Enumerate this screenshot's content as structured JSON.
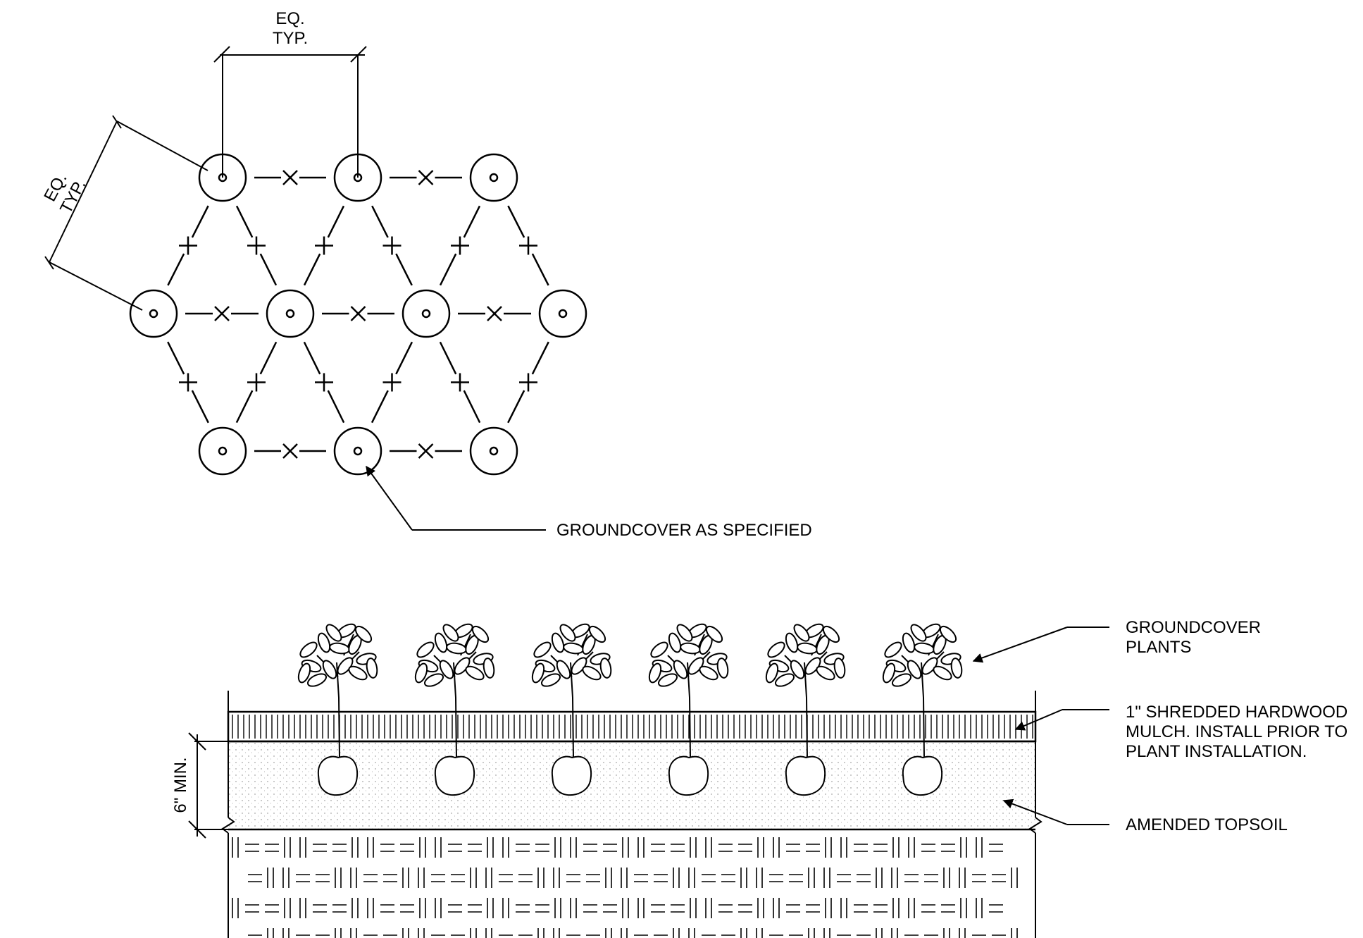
{
  "plan": {
    "dim_spacing_label_line1": "EQ.",
    "dim_spacing_label_line2": "TYP.",
    "dim_row_label_line1": "EQ.",
    "dim_row_label_line2": "TYP.",
    "callout_groundcover": "GROUNDCOVER AS SPECIFIED"
  },
  "section": {
    "callout_plants_line1": "GROUNDCOVER",
    "callout_plants_line2": "PLANTS",
    "callout_mulch_line1": "1\" SHREDDED HARDWOOD",
    "callout_mulch_line2": "MULCH. INSTALL PRIOR TO",
    "callout_mulch_line3": "PLANT INSTALLATION.",
    "callout_topsoil": "AMENDED TOPSOIL",
    "depth_label": "6\" MIN."
  },
  "colors": {
    "ink": "#000000",
    "paper": "#ffffff"
  }
}
